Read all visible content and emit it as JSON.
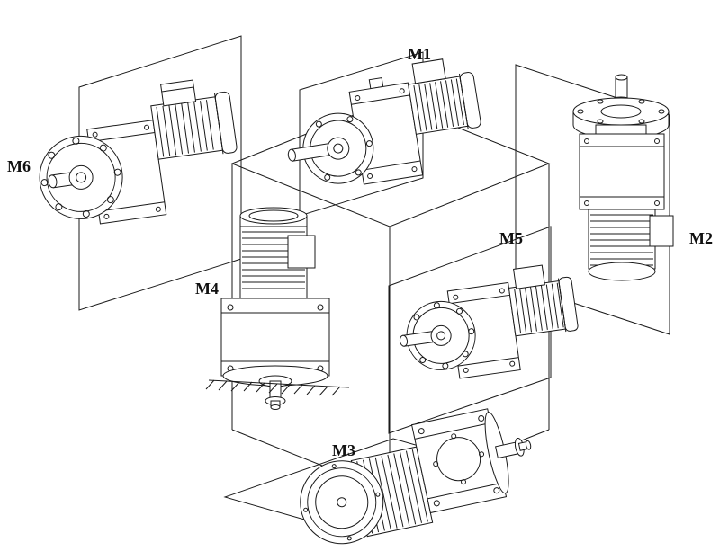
{
  "diagram": {
    "labels": {
      "m1": "M1",
      "m2": "M2",
      "m3": "M3",
      "m4": "M4",
      "m5": "M5",
      "m6": "M6"
    },
    "colors": {
      "line": "#1a1a1a",
      "background": "#ffffff"
    }
  }
}
